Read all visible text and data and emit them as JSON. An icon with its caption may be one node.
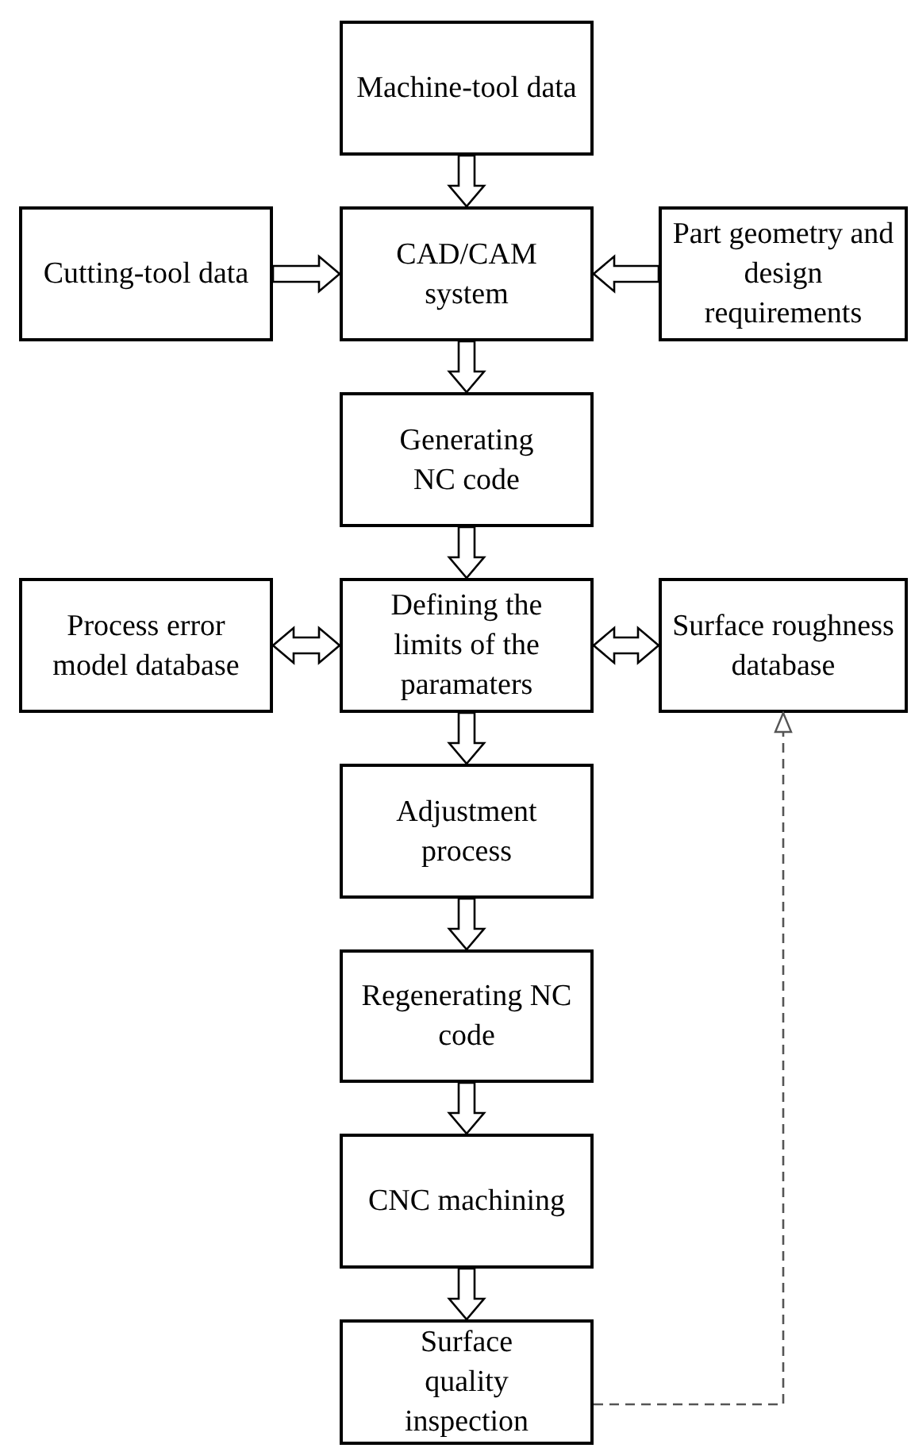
{
  "diagram": {
    "nodes": [
      {
        "text": [
          "Machine-tool data"
        ]
      },
      {
        "text": [
          "Cutting-tool data"
        ]
      },
      {
        "text": [
          "CAD/CAM system"
        ]
      },
      {
        "text": [
          "Part geometry and design requirements"
        ]
      },
      {
        "text": [
          "Generating NC code"
        ]
      },
      {
        "text": [
          "Process error model database"
        ]
      },
      {
        "text": [
          "Defining the limits of the paramaters"
        ]
      },
      {
        "text": [
          "Surface roughness database"
        ]
      },
      {
        "text": [
          "Adjustment process"
        ]
      },
      {
        "text": [
          "Regenerating NC code"
        ]
      },
      {
        "text": [
          "CNC machining"
        ]
      },
      {
        "text": [
          "Surface quality inspection"
        ]
      }
    ],
    "edges": [
      {
        "from": 0,
        "to": 2,
        "arrow": "to"
      },
      {
        "from": 1,
        "to": 2,
        "arrow": "to"
      },
      {
        "from": 3,
        "to": 2,
        "arrow": "to"
      },
      {
        "from": 2,
        "to": 4,
        "arrow": "to"
      },
      {
        "from": 4,
        "to": 6,
        "arrow": "to"
      },
      {
        "from": 5,
        "to": 6,
        "arrow": "both"
      },
      {
        "from": 6,
        "to": 7,
        "arrow": "both"
      },
      {
        "from": 6,
        "to": 8,
        "arrow": "to"
      },
      {
        "from": 8,
        "to": 9,
        "arrow": "to"
      },
      {
        "from": 9,
        "to": 10,
        "arrow": "to"
      },
      {
        "from": 10,
        "to": 11,
        "arrow": "to"
      },
      {
        "from": 11,
        "to": 7,
        "arrow": "to",
        "style": "dashed",
        "color": "#555555"
      }
    ]
  }
}
